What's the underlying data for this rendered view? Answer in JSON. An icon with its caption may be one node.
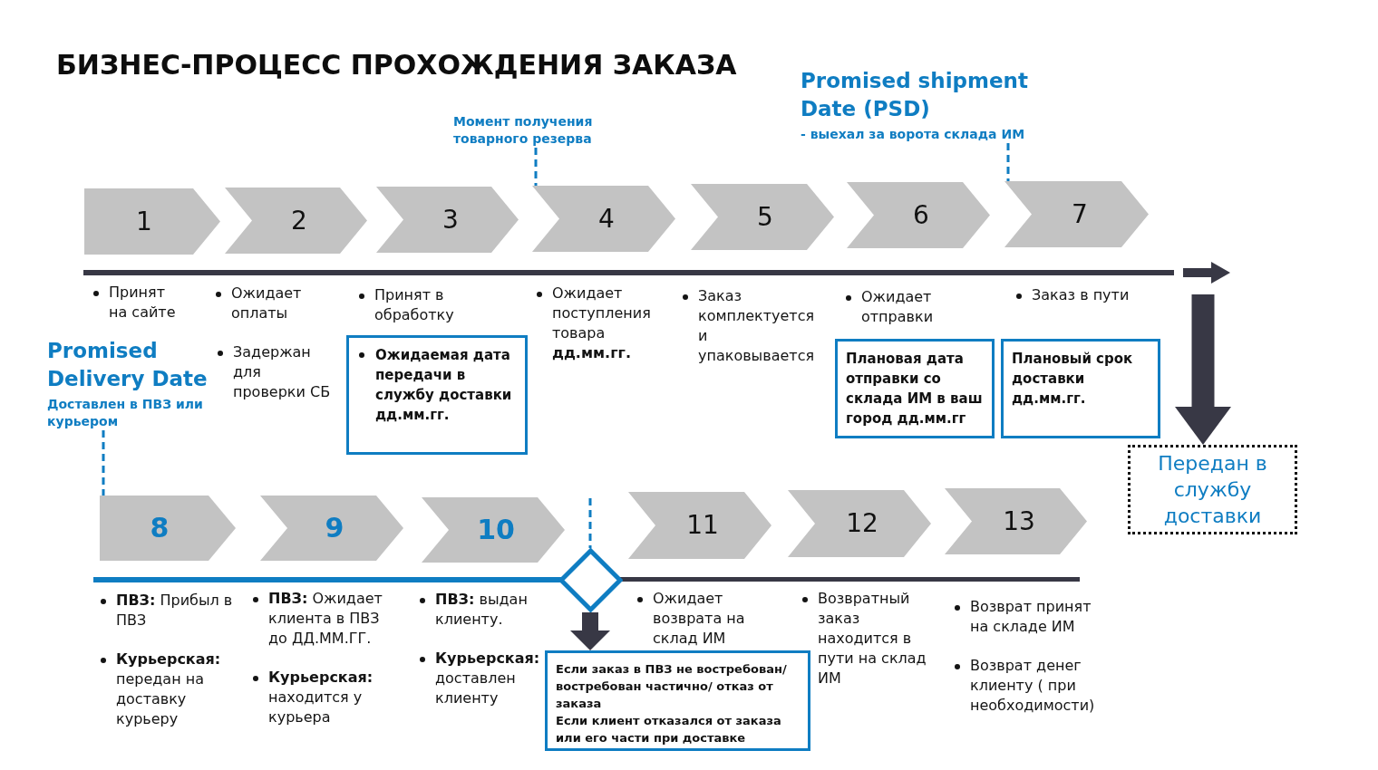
{
  "diagram": {
    "title": "БИЗНЕС-ПРОЦЕСС ПРОХОЖДЕНИЯ ЗАКАЗА",
    "nodes": [
      {
        "text": [
          "Момент получения товарного резерва"
        ]
      },
      {
        "text": [
          "Promised shipment Date (PSD)",
          "- выехал за ворота склада ИМ"
        ]
      },
      {
        "text": [
          "1"
        ],
        "beside": [
          "Принят на сайте"
        ]
      },
      {
        "text": [
          "2"
        ],
        "beside": [
          "Ожидает оплаты"
        ]
      },
      {
        "text": [
          "3"
        ]
      },
      {
        "text": [
          "4"
        ],
        "beside": [
          "Ожидает поступления товара **дд.мм.гг.**"
        ]
      },
      {
        "text": [
          "5"
        ]
      },
      {
        "text": [
          "6"
        ]
      },
      {
        "text": [
          "7"
        ],
        "beside": [
          "Заказ в пути"
        ]
      },
      {
        "text": [
          "Ожидаемая дата передачи в службу доставки дд.мм.гг."
        ]
      },
      {
        "text": [
          "Плановая дата отправки со склада ИМ в ваш город дд.мм.гг"
        ]
      },
      {
        "text": [
          "Плановый срок доставки дд.мм.гг."
        ]
      },
      {
        "text": [
          "Promised Delivery Date",
          "Доставлен в ПВЗ или курьером"
        ]
      },
      {
        "text": [
          "Передан в службу доставки"
        ]
      },
      {
        "text": [
          "8"
        ],
        "beside": [
          "**ПВЗ:** Прибыл в ПВЗ",
          "**Курьерская:** передан на доставку курьеру"
        ]
      },
      {
        "text": [
          "9"
        ],
        "beside": [
          "**ПВЗ:** Ожидает клиента в ПВЗ до ДД.ММ.ГГ.",
          "**Курьерская:** находится у курьера"
        ]
      },
      {
        "text": [
          "10"
        ],
        "beside": [
          "**ПВЗ:** выдан клиенту."
        ]
      },
      {
        "text": [],
        "shape": "diamond"
      },
      {
        "text": [
          "11"
        ]
      },
      {
        "text": [
          "12"
        ]
      },
      {
        "text": [
          "13"
        ],
        "beside": [
          "Возврат принят на складе ИМ",
          "Возврат денег клиенту ( при необходимости)"
        ]
      },
      {
        "text": [
          "Если заказ в ПВЗ не востребован/ востребован частично/ отказ от заказа",
          "Если клиент отказался от заказа или его части при доставке"
        ]
      }
    ],
    "edges": [
      {
        "from": 0,
        "to": 5,
        "arrow": "none",
        "style": "dashed"
      },
      {
        "from": 1,
        "to": 8,
        "arrow": "none",
        "style": "dashed"
      },
      {
        "from": 12,
        "to": 14,
        "arrow": "none",
        "style": "dashed"
      },
      {
        "from": null,
        "to": 13,
        "arrow": "to",
        "style": "thick",
        "color": "#383845"
      },
      {
        "from": null,
        "to": 17,
        "arrow": "none",
        "style": "dashed"
      },
      {
        "from": 17,
        "to": 21,
        "arrow": "to",
        "style": "thick",
        "color": "#383845"
      }
    ],
    "labels": [
      "Принят в обработку",
      "Заказ комплектуется и упаковывается",
      "Ожидает отправки",
      "Задержан для проверки СБ",
      "Ожидает возврата на склад ИМ",
      "Возвратный заказ находится в пути на склад ИМ",
      "**Курьерская:** доставлен клиенту"
    ]
  }
}
